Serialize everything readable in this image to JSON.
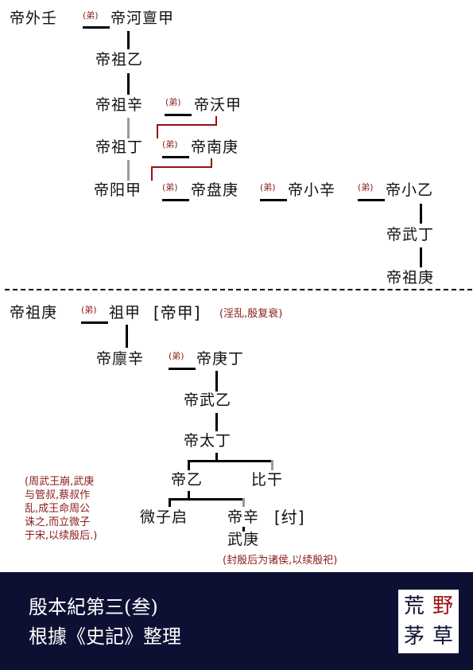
{
  "top": {
    "r1": {
      "a": "帝外壬",
      "d": "(弟)",
      "b": "帝河亶甲"
    },
    "r2": "帝祖乙",
    "r3": {
      "a": "帝祖辛",
      "d": "(弟)",
      "b": "帝沃甲"
    },
    "r4": {
      "a": "帝祖丁",
      "d": "(弟)",
      "b": "帝南庚"
    },
    "r5": {
      "a": "帝阳甲",
      "d1": "(弟)",
      "b": "帝盘庚",
      "d2": "(弟)",
      "c": "帝小辛",
      "d3": "(弟)",
      "e": "帝小乙"
    },
    "r6": "帝武丁",
    "r7": "帝祖庚"
  },
  "bottom": {
    "r1": {
      "a": "帝祖庚",
      "d": "(弟)",
      "b": "祖甲",
      "alt": "[帝甲]",
      "note": "(淫乱,殷复衰)"
    },
    "r2": {
      "a": "帝廪辛",
      "d": "(弟)",
      "b": "帝庚丁"
    },
    "r3": "帝武乙",
    "r4": "帝太丁",
    "r5": {
      "a": "帝乙",
      "b": "比干"
    },
    "r6": {
      "a": "微子启",
      "b": "帝辛",
      "alt": "[纣]"
    },
    "r7": "武庚",
    "note_left": [
      "(周武王崩,武庚",
      "与管叔,蔡叔作",
      "乱,成王命周公",
      "诛之,而立微子",
      "于宋,以续殷后.)"
    ],
    "note_bottom": "(封殷后为诸侯,以续殷祀)"
  },
  "footer": {
    "line1": "殷本紀第三(叁)",
    "line2": "根據《史記》整理",
    "logo": [
      "荒",
      "野",
      "茅",
      "草"
    ]
  }
}
